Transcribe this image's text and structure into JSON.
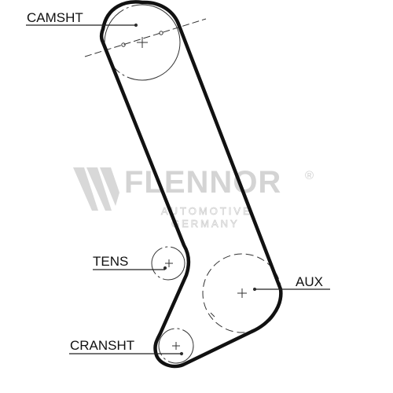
{
  "labels": {
    "camshaft": "CAMSHT",
    "tensioner": "TENS",
    "auxiliary": "AUX",
    "crankshaft": "CRANSHT"
  },
  "watermark": {
    "brand": "FLENNOR",
    "registered": "®",
    "line1": "AUTOMOTIVE",
    "line2": "GERMANY"
  },
  "colors": {
    "belt": "#111111",
    "pulley_outline": "#222222",
    "watermark": "#d4d4d4"
  }
}
